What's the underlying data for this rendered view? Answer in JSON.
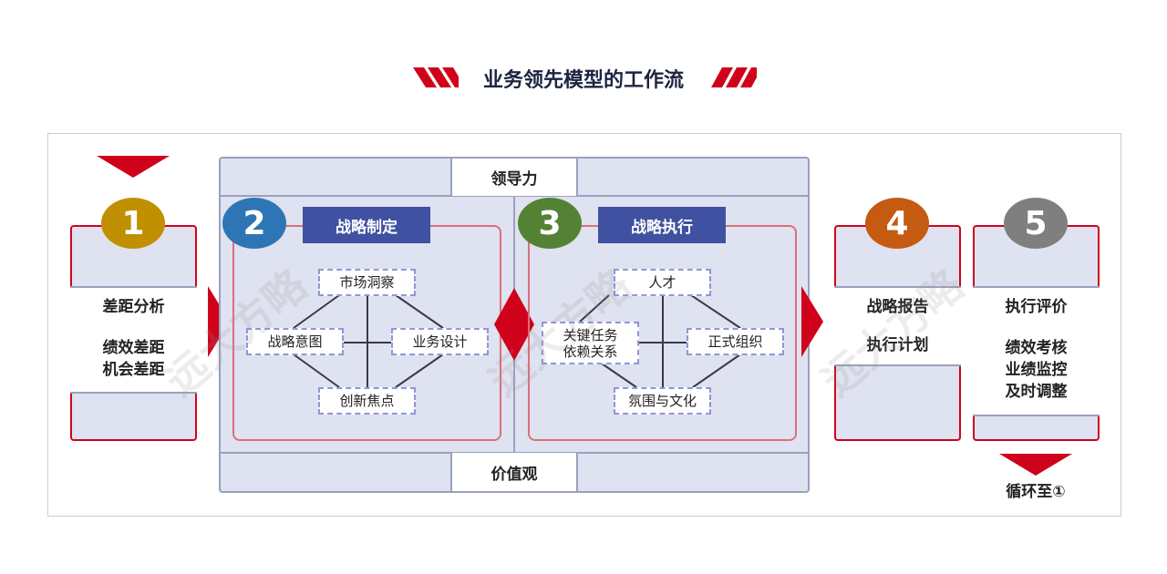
{
  "title": "业务领先模型的工作流",
  "watermark": "远大方略",
  "colors": {
    "red": "#d0021b",
    "step1": "#c09000",
    "step2": "#2e75b6",
    "step3": "#548235",
    "step4": "#c55a11",
    "step5": "#7f7f7f",
    "title_box": "#3f51a0",
    "panel": "#dfe2f0"
  },
  "center": {
    "top_label": "领导力",
    "bottom_label": "价值观"
  },
  "steps": [
    {
      "number": "1",
      "items": [
        "差距分析",
        "绩效差距\n机会差距"
      ],
      "lines": [
        "绩效差距",
        "机会差距"
      ]
    },
    {
      "number": "2",
      "title": "战略制定",
      "nodes": [
        "市场洞察",
        "战略意图",
        "业务设计",
        "创新焦点"
      ]
    },
    {
      "number": "3",
      "title": "战略执行",
      "nodes": [
        "人才",
        "关键任务",
        "依赖关系",
        "正式组织",
        "氛围与文化"
      ]
    },
    {
      "number": "4",
      "items": [
        "战略报告",
        "执行计划"
      ]
    },
    {
      "number": "5",
      "items": [
        "执行评价"
      ],
      "lines": [
        "绩效考核",
        "业绩监控",
        "及时调整"
      ]
    }
  ],
  "loop_label": "循环至①"
}
